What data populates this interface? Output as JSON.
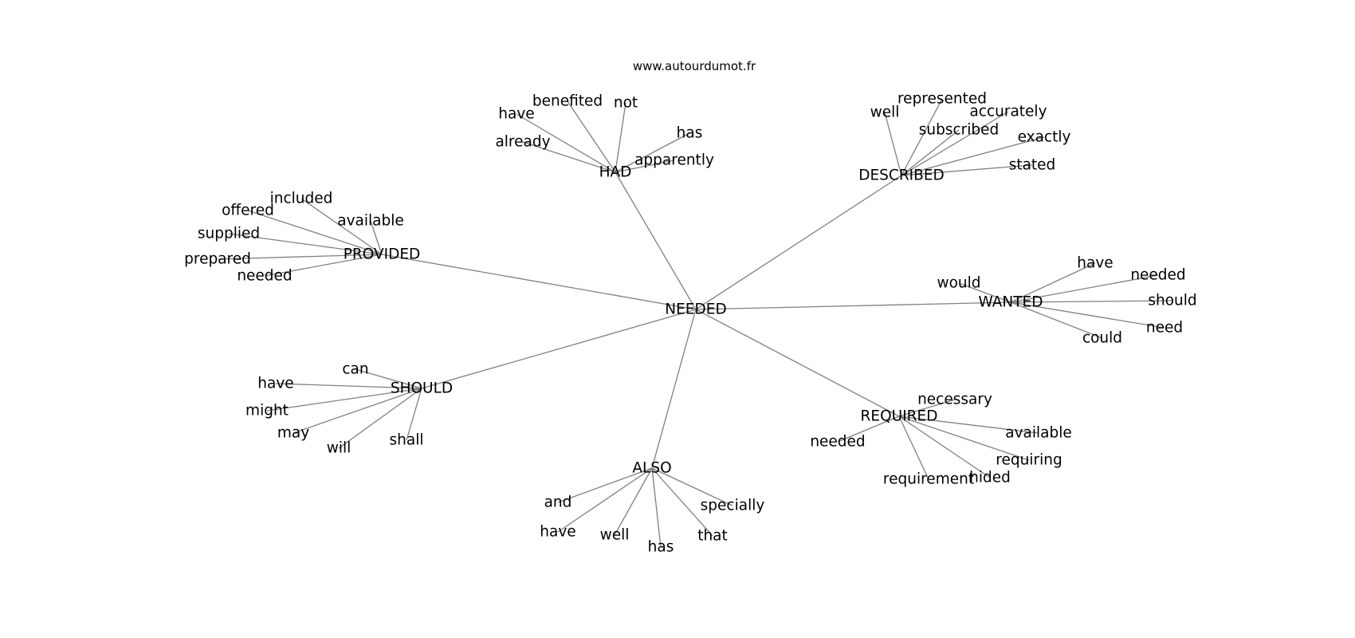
{
  "source_credit": "www.autourdumot.fr",
  "center_word": "NEEDED",
  "clusters": [
    {
      "word": "HAD",
      "neighbors": [
        "benefited",
        "not",
        "have",
        "has",
        "already",
        "apparently"
      ]
    },
    {
      "word": "DESCRIBED",
      "neighbors": [
        "represented",
        "well",
        "accurately",
        "subscribed",
        "exactly",
        "stated"
      ]
    },
    {
      "word": "PROVIDED",
      "neighbors": [
        "included",
        "offered",
        "available",
        "supplied",
        "prepared",
        "needed"
      ]
    },
    {
      "word": "WANTED",
      "neighbors": [
        "have",
        "needed",
        "would",
        "should",
        "need",
        "could"
      ]
    },
    {
      "word": "SHOULD",
      "neighbors": [
        "can",
        "have",
        "might",
        "may",
        "will",
        "shall"
      ]
    },
    {
      "word": "REQUIRED",
      "neighbors": [
        "necessary",
        "available",
        "needed",
        "requiring",
        "requirement",
        "hided"
      ]
    },
    {
      "word": "ALSO",
      "neighbors": [
        "and",
        "specially",
        "have",
        "well",
        "that",
        "has"
      ]
    }
  ]
}
